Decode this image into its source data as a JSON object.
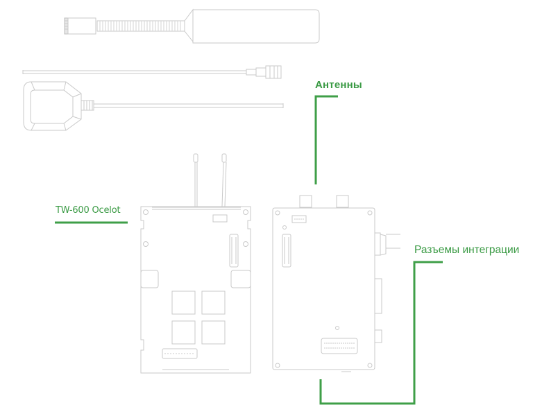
{
  "diagram": {
    "title": "TW-600 Ocelot product components",
    "colors": {
      "accent": "#3a9a44",
      "line_art": "#c8c8c8",
      "background": "#ffffff"
    },
    "callouts": {
      "antennas": {
        "label": "Антенны"
      },
      "model": {
        "label": "TW-600 Ocelot"
      },
      "integration_connectors": {
        "label": "Разъемы интеграции"
      }
    },
    "components": [
      {
        "name": "stick-antenna",
        "description": "cellular stick antenna with SMA connector"
      },
      {
        "name": "pigtail-cable",
        "description": "RF cable with SMA connector"
      },
      {
        "name": "gps-antenna",
        "description": "puck GPS antenna with cable"
      },
      {
        "name": "module-board-front",
        "description": "TW-600 Ocelot board with U.FL pigtails"
      },
      {
        "name": "module-board-back",
        "description": "TW-600 Ocelot board with SMA connectors"
      }
    ]
  }
}
